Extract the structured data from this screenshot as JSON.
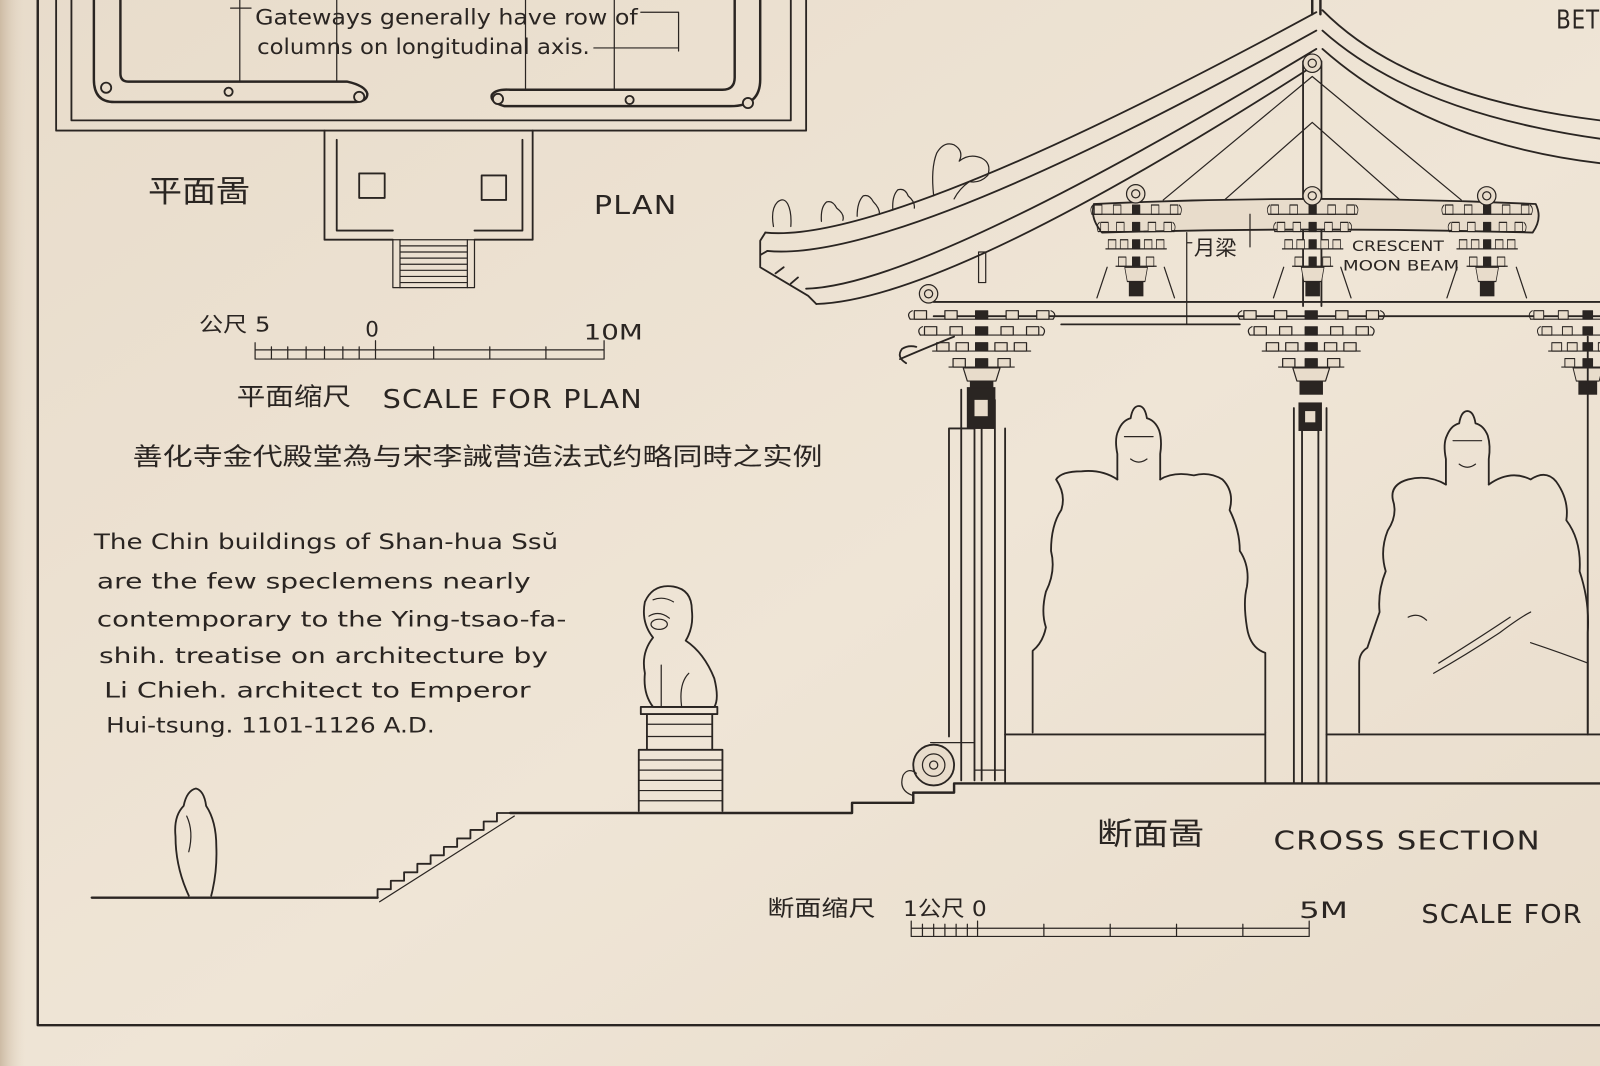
{
  "colors": {
    "paper": "#e8dccb",
    "paper_light": "#efe5d6",
    "paper_shadow": "#cdbba4",
    "ink": "#2a2522"
  },
  "plan": {
    "note": [
      "Gateways generally have row of",
      "columns on longitudinal axis."
    ],
    "title_cn": "平面啚",
    "title_en": "PLAN",
    "scale": {
      "left_label": "公尺 5",
      "zero_label": "0",
      "right_label": "10M",
      "title_cn": "平面缩尺",
      "title_en": "SCALE FOR PLAN"
    }
  },
  "caption_cn": "善化寺金代殿堂為与宋李誡营造法式约略同時之实例",
  "caption_en": [
    "The Chin buildings of Shan-hua Ssŭ",
    "are the few speclemens nearly",
    "contemporary to the Ying-tsao-fa-",
    "shih. treatise on architecture by",
    "Li Chieh. architect to Emperor",
    "Hui-tsung. 1101-1126 A.D."
  ],
  "section": {
    "beam_label_cn": "月梁",
    "beam_label_en": [
      "CRESCENT",
      "MOON BEAM"
    ],
    "title_cn": "断面啚",
    "title_en": "CROSS SECTION",
    "scale": {
      "title_cn": "断面缩尺",
      "left_label": "1公尺 0",
      "right_label": "5M",
      "title_en": "SCALE FOR"
    }
  },
  "edge_text": "BET"
}
